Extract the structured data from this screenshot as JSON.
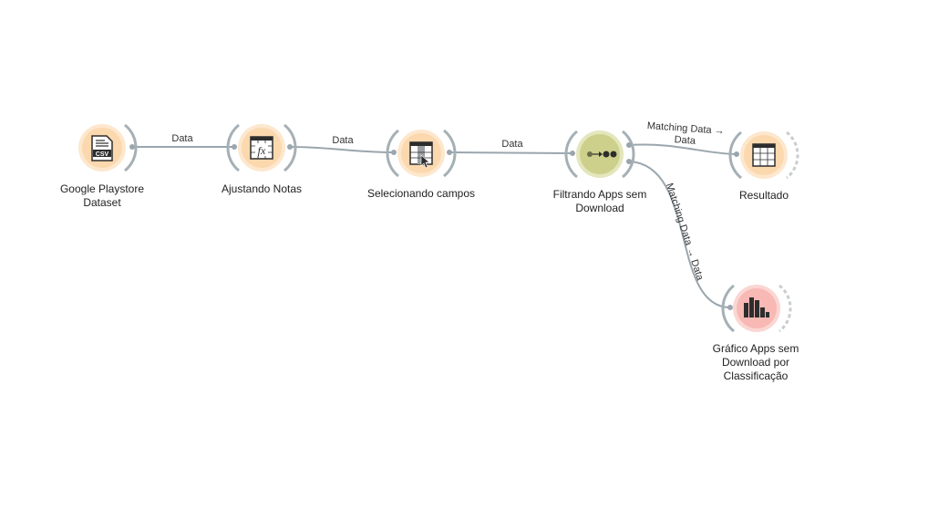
{
  "colors": {
    "background": "#ffffff",
    "link": "#9aa6ad",
    "bracket": "#a5b0b6",
    "bracket_dashed": "#c8cdd0",
    "orange_fill": "#fbd8ae",
    "orange_ring": "#fde7cd",
    "olive_fill": "#cdd08a",
    "olive_ring": "#e4e6bd",
    "pink_fill": "#f8b8b4",
    "pink_ring": "#fbd6d3",
    "icon_dark": "#2d2d2d"
  },
  "nodes": {
    "google_playstore": {
      "label_line1": "Google Playstore",
      "label_line2": "Dataset",
      "icon": "csv-file-icon"
    },
    "ajustando_notas": {
      "label": "Ajustando Notas",
      "icon": "formula-icon"
    },
    "selecionando_campos": {
      "label": "Selecionando campos",
      "icon": "select-columns-icon"
    },
    "filtrando_apps": {
      "label_line1": "Filtrando Apps sem",
      "label_line2": "Download",
      "icon": "select-rows-icon"
    },
    "resultado": {
      "label": "Resultado",
      "icon": "data-table-icon"
    },
    "grafico": {
      "label_line1": "Gráfico Apps sem",
      "label_line2": "Download por",
      "label_line3": "Classificação",
      "icon": "bar-chart-icon"
    }
  },
  "links": {
    "l1": {
      "label": "Data"
    },
    "l2": {
      "label": "Data"
    },
    "l3": {
      "label": "Data"
    },
    "l4": {
      "label_line1": "Matching Data →",
      "label_line2": "Data"
    },
    "l5": {
      "label": "Matching Data → Data"
    }
  }
}
